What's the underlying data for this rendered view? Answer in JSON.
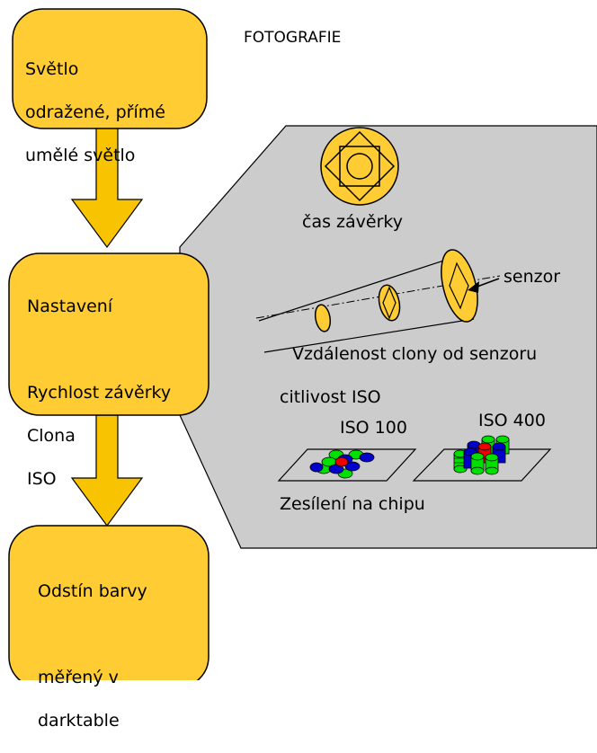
{
  "title": "FOTOGRAFIE",
  "boxes": {
    "light": {
      "line1": "Světlo",
      "line2": "odražené, přímé",
      "line3": "umělé světlo"
    },
    "settings": {
      "line1": "Nastavení",
      "line2": "Rychlost závěrky",
      "line3": "Clona",
      "line4": "ISO"
    },
    "color": {
      "line1": "Odstín barvy",
      "line2": "měřený v",
      "line3": "darktable"
    }
  },
  "panel": {
    "shutter_label": "čas závěrky",
    "sensor_label": "senzor",
    "aperture_label": "Vzdálenost clony od senzoru",
    "iso_title": "citlivost ISO",
    "iso_low": "ISO 100",
    "iso_high": "ISO 400",
    "chip_label": "Zesílení na chipu"
  },
  "colors": {
    "box_fill": "#FFCC33",
    "arrow_fill": "#F8C300",
    "panel_fill": "#CCCCCC",
    "pixel_green": "#00E000",
    "pixel_blue": "#0000CC",
    "pixel_red": "#EE0000"
  }
}
